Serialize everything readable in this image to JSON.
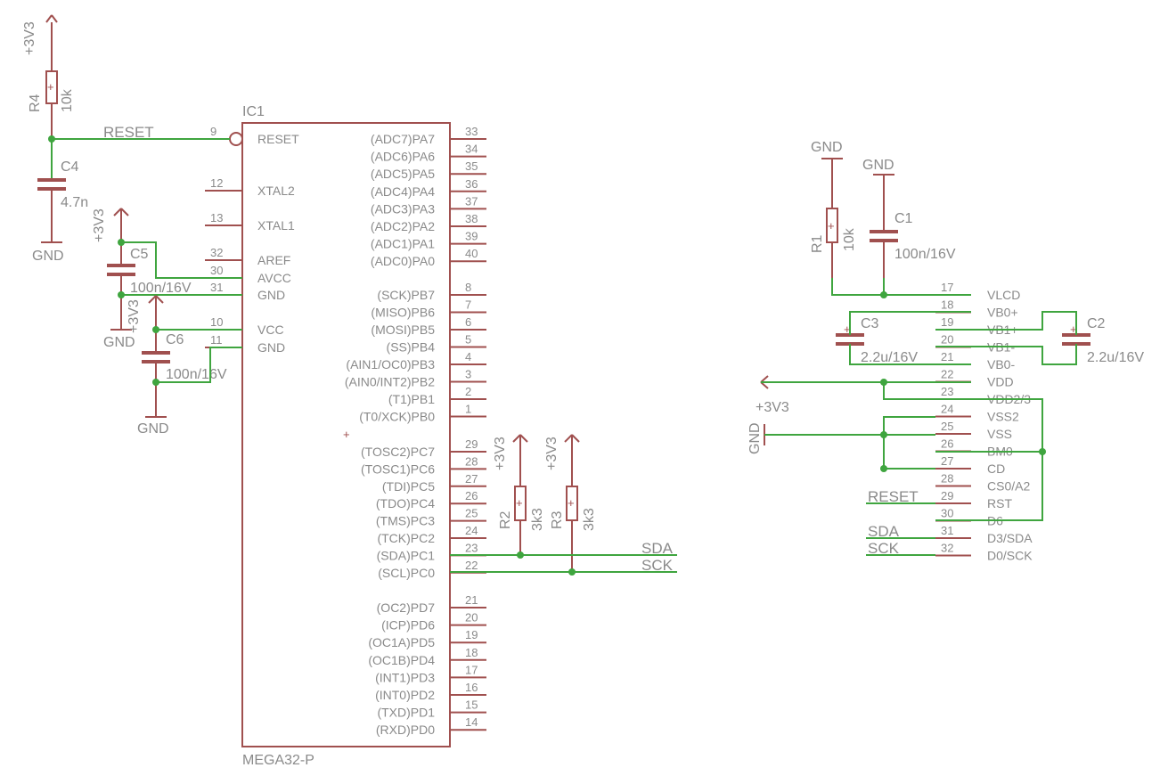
{
  "ic1": {
    "name": "IC1",
    "value": "MEGA32-P",
    "left_pins": [
      {
        "label": "RESET",
        "num": "9"
      },
      {
        "label": "XTAL2",
        "num": "12"
      },
      {
        "label": "XTAL1",
        "num": "13"
      },
      {
        "label": "AREF",
        "num": "32"
      },
      {
        "label": "AVCC",
        "num": "30"
      },
      {
        "label": "GND",
        "num": "31"
      },
      {
        "label": "VCC",
        "num": "10"
      },
      {
        "label": "GND",
        "num": "11"
      }
    ],
    "right_pins": [
      {
        "label": "(ADC7)PA7",
        "num": "33"
      },
      {
        "label": "(ADC6)PA6",
        "num": "34"
      },
      {
        "label": "(ADC5)PA5",
        "num": "35"
      },
      {
        "label": "(ADC4)PA4",
        "num": "36"
      },
      {
        "label": "(ADC3)PA3",
        "num": "37"
      },
      {
        "label": "(ADC2)PA2",
        "num": "38"
      },
      {
        "label": "(ADC1)PA1",
        "num": "39"
      },
      {
        "label": "(ADC0)PA0",
        "num": "40"
      },
      {
        "label": "(SCK)PB7",
        "num": "8"
      },
      {
        "label": "(MISO)PB6",
        "num": "7"
      },
      {
        "label": "(MOSI)PB5",
        "num": "6"
      },
      {
        "label": "(SS)PB4",
        "num": "5"
      },
      {
        "label": "(AIN1/OC0)PB3",
        "num": "4"
      },
      {
        "label": "(AIN0/INT2)PB2",
        "num": "3"
      },
      {
        "label": "(T1)PB1",
        "num": "2"
      },
      {
        "label": "(T0/XCK)PB0",
        "num": "1"
      },
      {
        "label": "(TOSC2)PC7",
        "num": "29"
      },
      {
        "label": "(TOSC1)PC6",
        "num": "28"
      },
      {
        "label": "(TDI)PC5",
        "num": "27"
      },
      {
        "label": "(TDO)PC4",
        "num": "26"
      },
      {
        "label": "(TMS)PC3",
        "num": "25"
      },
      {
        "label": "(TCK)PC2",
        "num": "24"
      },
      {
        "label": "(SDA)PC1",
        "num": "23"
      },
      {
        "label": "(SCL)PC0",
        "num": "22"
      },
      {
        "label": "(OC2)PD7",
        "num": "21"
      },
      {
        "label": "(ICP)PD6",
        "num": "20"
      },
      {
        "label": "(OC1A)PD5",
        "num": "19"
      },
      {
        "label": "(OC1B)PD4",
        "num": "18"
      },
      {
        "label": "(INT1)PD3",
        "num": "17"
      },
      {
        "label": "(INT0)PD2",
        "num": "16"
      },
      {
        "label": "(TXD)PD1",
        "num": "15"
      },
      {
        "label": "(RXD)PD0",
        "num": "14"
      }
    ]
  },
  "lcd": {
    "pins": [
      {
        "label": "VLCD",
        "num": "17"
      },
      {
        "label": "VB0+",
        "num": "18"
      },
      {
        "label": "VB1+",
        "num": "19"
      },
      {
        "label": "VB1-",
        "num": "20"
      },
      {
        "label": "VB0-",
        "num": "21"
      },
      {
        "label": "VDD",
        "num": "22"
      },
      {
        "label": "VDD2/3",
        "num": "23"
      },
      {
        "label": "VSS2",
        "num": "24"
      },
      {
        "label": "VSS",
        "num": "25"
      },
      {
        "label": "BM0",
        "num": "26"
      },
      {
        "label": "CD",
        "num": "27"
      },
      {
        "label": "CS0/A2",
        "num": "28"
      },
      {
        "label": "RST",
        "num": "29"
      },
      {
        "label": "D6",
        "num": "30"
      },
      {
        "label": "D3/SDA",
        "num": "31"
      },
      {
        "label": "D0/SCK",
        "num": "32"
      }
    ]
  },
  "parts": {
    "r4": {
      "name": "R4",
      "value": "10k"
    },
    "c4": {
      "name": "C4",
      "value": "4.7n"
    },
    "c5": {
      "name": "C5",
      "value": "100n/16V"
    },
    "c6": {
      "name": "C6",
      "value": "100n/16V"
    },
    "r2": {
      "name": "R2",
      "value": "3k3"
    },
    "r3": {
      "name": "R3",
      "value": "3k3"
    },
    "r1": {
      "name": "R1",
      "value": "10k"
    },
    "c1": {
      "name": "C1",
      "value": "100n/16V"
    },
    "c3": {
      "name": "C3",
      "value": "2.2u/16V"
    },
    "c2": {
      "name": "C2",
      "value": "2.2u/16V"
    }
  },
  "supplies": {
    "v33": "+3V3",
    "gnd": "GND"
  },
  "nets": {
    "reset": "RESET",
    "sda": "SDA",
    "sck": "SCK"
  },
  "colors": {
    "wire": "#3fa53f",
    "symbol": "#a0504f",
    "text": "#8a8a8a"
  }
}
